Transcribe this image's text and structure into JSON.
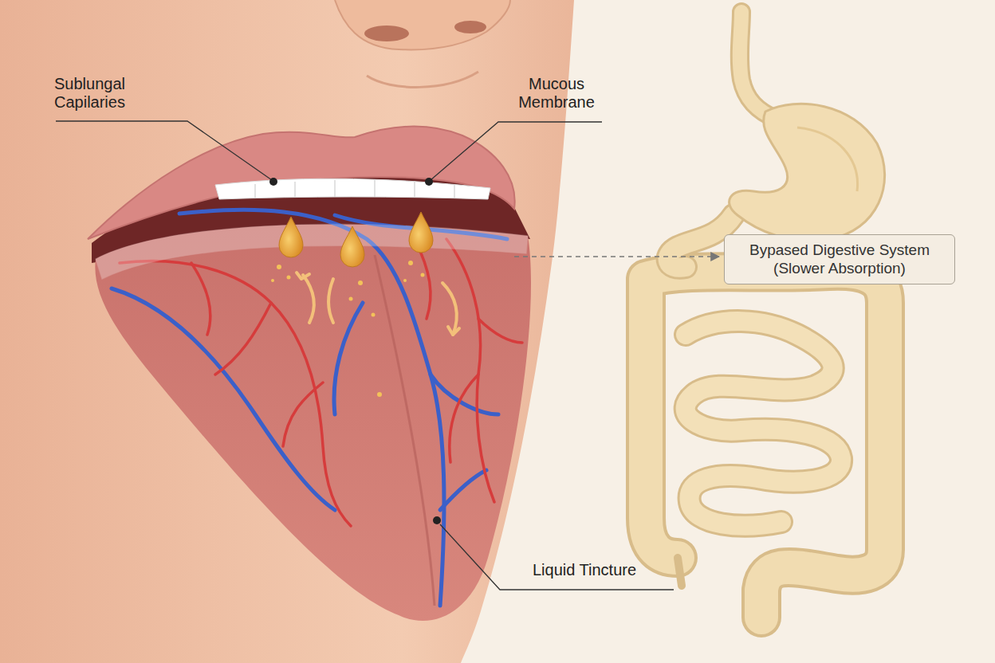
{
  "diagram": {
    "nodes": [
      {
        "text": [
          "Bypased Digestive System (Slower Absorption)"
        ]
      }
    ],
    "labels": [
      "Sublungal Capilaries",
      "Mucous Membrane",
      "Liquid Tincture"
    ]
  }
}
